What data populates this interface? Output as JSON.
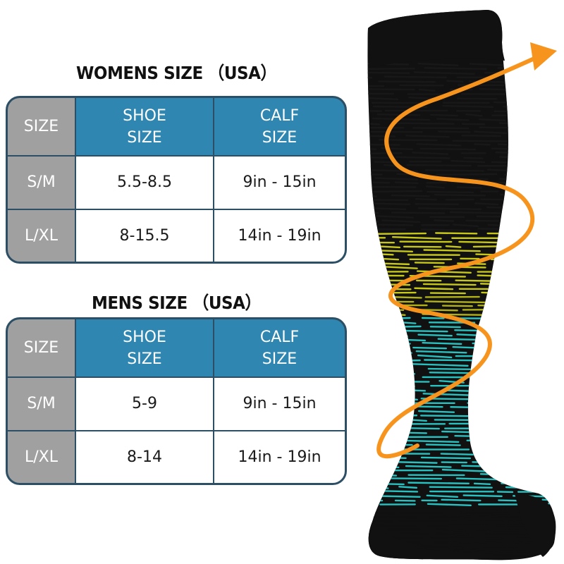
{
  "women": {
    "title": "WOMENS SIZE （USA）",
    "headers": {
      "size": "SIZE",
      "shoe": "SHOE\nSIZE",
      "calf": "CALF\nSIZE"
    },
    "rows": [
      {
        "size": "S/M",
        "shoe": "5.5-8.5",
        "calf": "9in  -  15in"
      },
      {
        "size": "L/XL",
        "shoe": "8-15.5",
        "calf": "14in  -  19in"
      }
    ]
  },
  "men": {
    "title": "MENS SIZE （USA）",
    "headers": {
      "size": "SIZE",
      "shoe": "SHOE\nSIZE",
      "calf": "CALF\nSIZE"
    },
    "rows": [
      {
        "size": "S/M",
        "shoe": "5-9",
        "calf": "9in  -  15in"
      },
      {
        "size": "L/XL",
        "shoe": "8-14",
        "calf": "14in  -  19in"
      }
    ]
  },
  "colors": {
    "table_border": "#2c4f66",
    "header_blue": "#2f86b0",
    "size_column_gray": "#a0a0a0",
    "sock_yellow": "#f2f21c",
    "sock_cyan": "#2ee0e0",
    "sock_black": "#111111",
    "arrow_orange": "#f7941d"
  }
}
